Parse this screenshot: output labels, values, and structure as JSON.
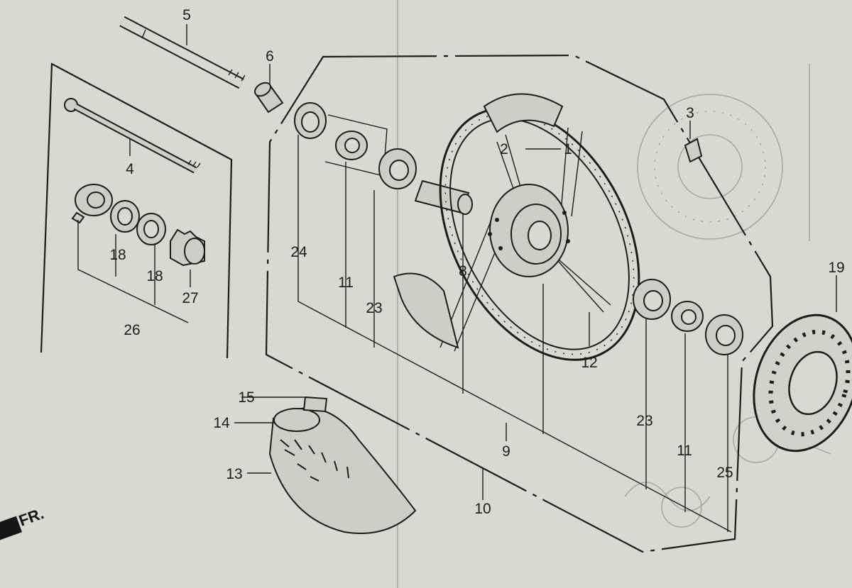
{
  "diagram": {
    "direction_mark": "FR.",
    "parts": [
      {
        "id": "p1",
        "label": "1"
      },
      {
        "id": "p2",
        "label": "2"
      },
      {
        "id": "p3",
        "label": "3"
      },
      {
        "id": "p4",
        "label": "4"
      },
      {
        "id": "p5",
        "label": "5"
      },
      {
        "id": "p6",
        "label": "6"
      },
      {
        "id": "p8",
        "label": "8"
      },
      {
        "id": "p9",
        "label": "9"
      },
      {
        "id": "p10",
        "label": "10"
      },
      {
        "id": "p11a",
        "label": "11"
      },
      {
        "id": "p11b",
        "label": "11"
      },
      {
        "id": "p12",
        "label": "12"
      },
      {
        "id": "p13",
        "label": "13"
      },
      {
        "id": "p14",
        "label": "14"
      },
      {
        "id": "p15",
        "label": "15"
      },
      {
        "id": "p18a",
        "label": "18"
      },
      {
        "id": "p18b",
        "label": "18"
      },
      {
        "id": "p19",
        "label": "19"
      },
      {
        "id": "p23a",
        "label": "23"
      },
      {
        "id": "p23b",
        "label": "23"
      },
      {
        "id": "p24",
        "label": "24"
      },
      {
        "id": "p25",
        "label": "25"
      },
      {
        "id": "p26",
        "label": "26"
      },
      {
        "id": "p27",
        "label": "27"
      }
    ]
  }
}
